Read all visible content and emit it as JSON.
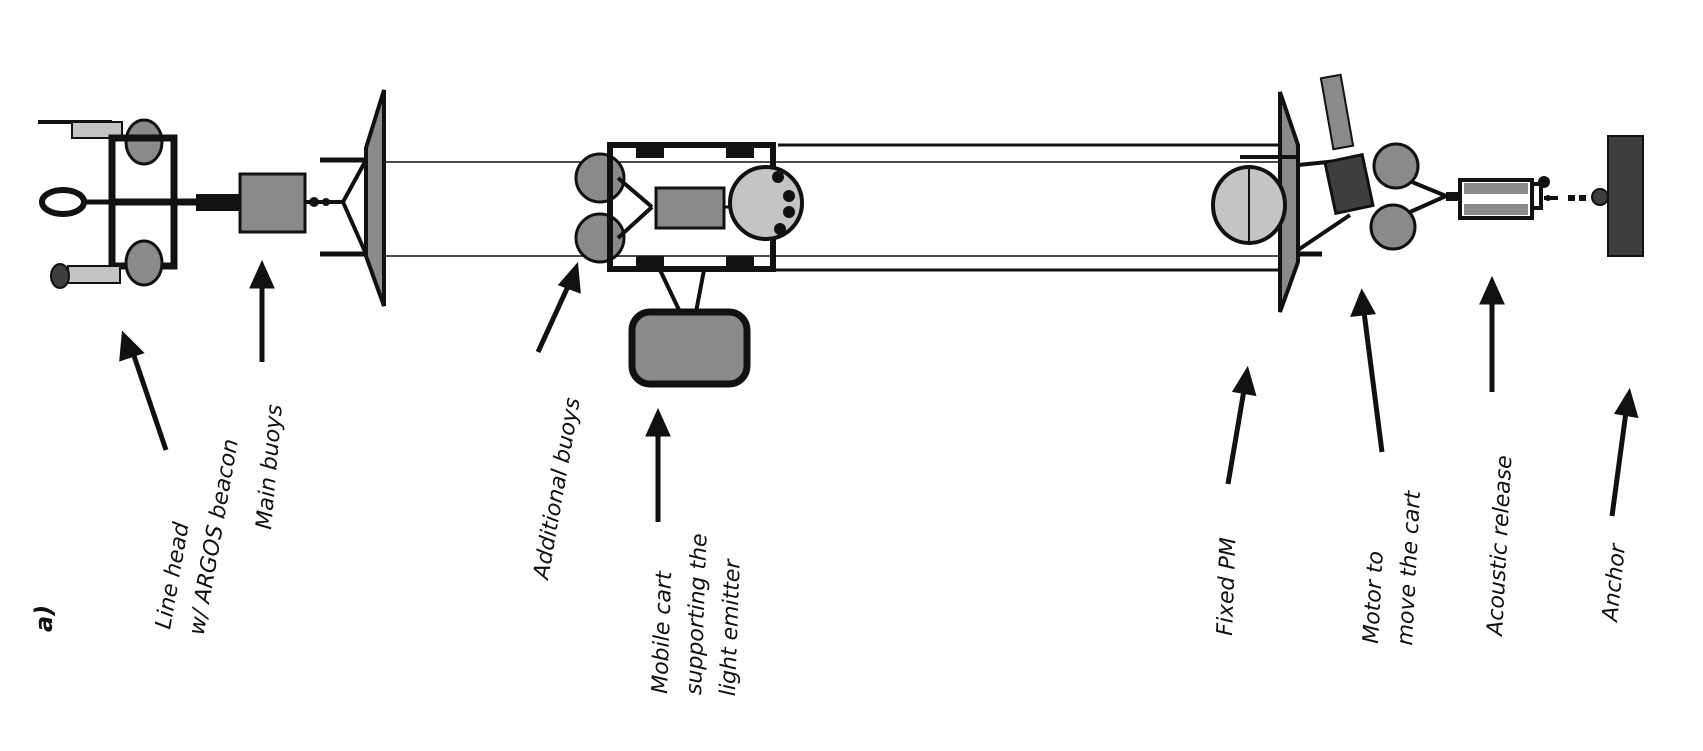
{
  "panel_label": "a)",
  "labels": {
    "line_head": [
      "Line head",
      "w/ ARGOS beacon"
    ],
    "main_buoys": [
      "Main buoys"
    ],
    "additional_buoys": [
      "Additional buoys"
    ],
    "mobile_cart": [
      "Mobile cart",
      "supporting the",
      "light emitter"
    ],
    "fixed_pm": [
      "Fixed PM"
    ],
    "motor": [
      "Motor to",
      "move the cart"
    ],
    "acoustic_release": [
      "Acoustic release"
    ],
    "anchor": [
      "Anchor"
    ]
  },
  "colors": {
    "ink": "#111111",
    "buoy_fill": "#8a8a8a",
    "light_fill": "#c4c4c4",
    "dark_fill": "#3e3e3e"
  }
}
